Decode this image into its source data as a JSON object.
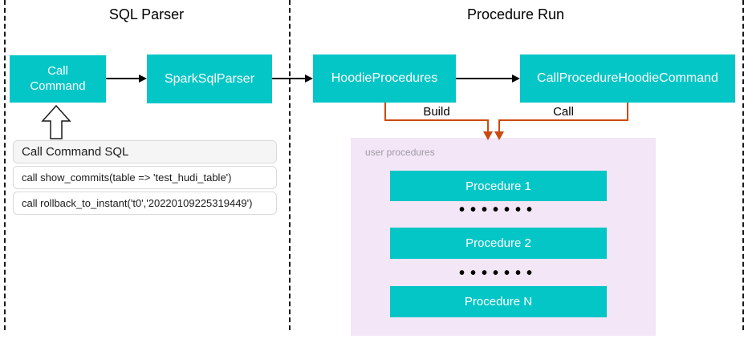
{
  "panels": {
    "sql_parser": {
      "title": "SQL Parser"
    },
    "procedure_run": {
      "title": "Procedure Run"
    }
  },
  "nodes": {
    "call_command": "Call Command",
    "spark_sql_parser": "SparkSqlParser",
    "hoodie_procedures": "HoodieProcedures",
    "call_procedure_hoodie_command": "CallProcedureHoodieCommand"
  },
  "sql_panel": {
    "header": "Call Command SQL",
    "rows": [
      "call show_commits(table => 'test_hudi_table')",
      "call rollback_to_instant('t0','20220109225319449')"
    ]
  },
  "edges": {
    "build_label": "Build",
    "call_label": "Call"
  },
  "user_procedures": {
    "label": "user procedures",
    "items": [
      "Procedure 1",
      "Procedure 2",
      "Procedure N"
    ],
    "dots": "•••••••"
  },
  "colors": {
    "node_teal": "#05c6c6",
    "container_purple": "#f3e6f6",
    "edge_orange": "#cc4a10",
    "edge_black": "#000000",
    "sql_header_gray": "#f5f5f5"
  }
}
